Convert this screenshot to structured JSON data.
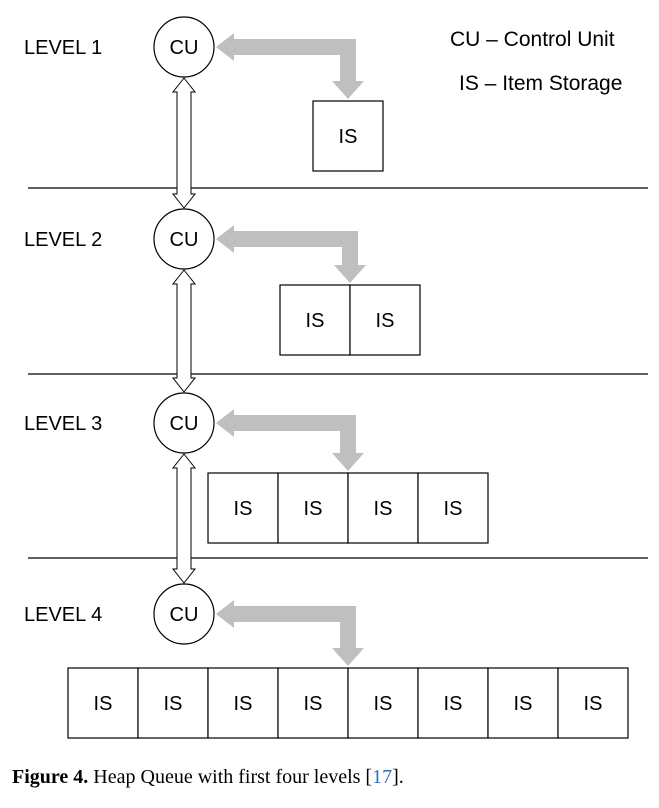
{
  "legend": {
    "cu": "CU – Control Unit",
    "is": "IS – Item Storage"
  },
  "levels": [
    {
      "label": "LEVEL 1",
      "node": "CU",
      "storage": [
        "IS"
      ]
    },
    {
      "label": "LEVEL 2",
      "node": "CU",
      "storage": [
        "IS",
        "IS"
      ]
    },
    {
      "label": "LEVEL 3",
      "node": "CU",
      "storage": [
        "IS",
        "IS",
        "IS",
        "IS"
      ]
    },
    {
      "label": "LEVEL 4",
      "node": "CU",
      "storage": [
        "IS",
        "IS",
        "IS",
        "IS",
        "IS",
        "IS",
        "IS",
        "IS"
      ]
    }
  ],
  "caption": {
    "label": "Figure 4.",
    "text": " Heap Queue with first four levels [",
    "ref": "17",
    "end": "]."
  },
  "colors": {
    "arrow_fill": "#bfbfbf",
    "line": "#000000",
    "text": "#000000",
    "ref": "#2a6ebf"
  }
}
